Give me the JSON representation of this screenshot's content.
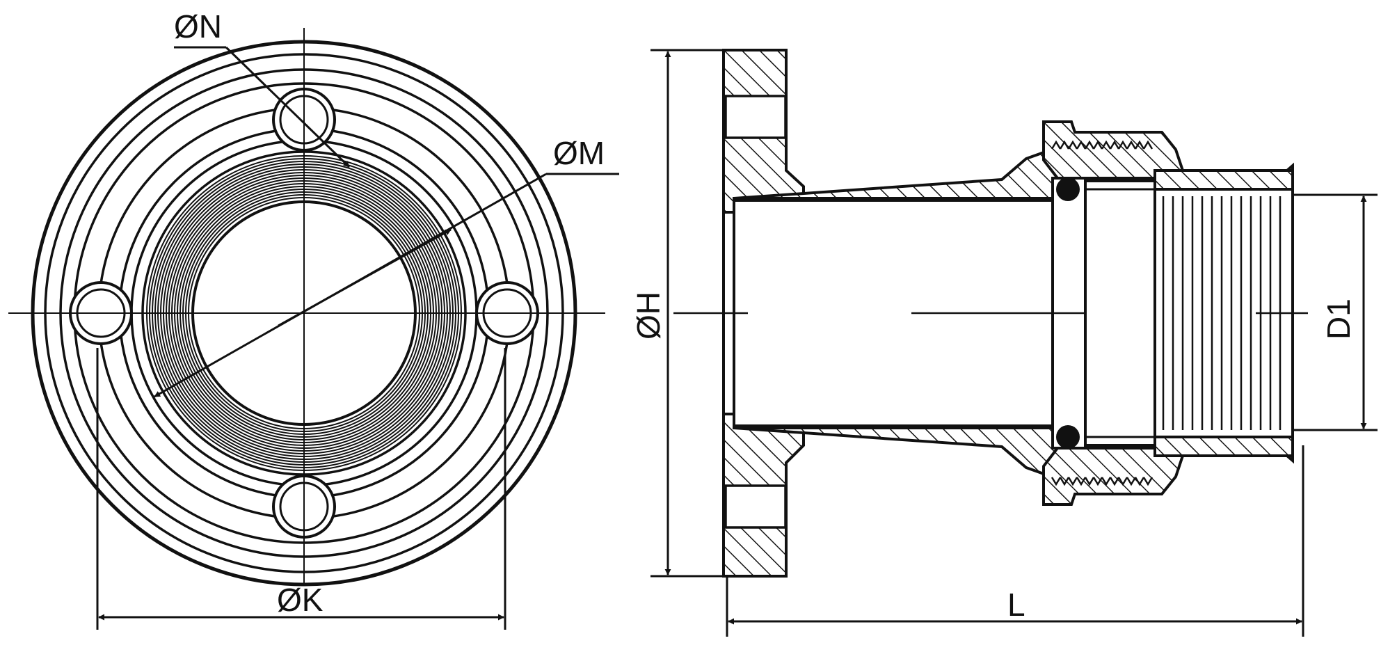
{
  "figure": {
    "labels": {
      "n_diameter": "ØN",
      "m_diameter": "ØM",
      "k_diameter": "ØK",
      "h_diameter": "ØH",
      "d1": "D1",
      "length": "L"
    },
    "colors": {
      "line": "#111111",
      "background": "#ffffff"
    }
  }
}
